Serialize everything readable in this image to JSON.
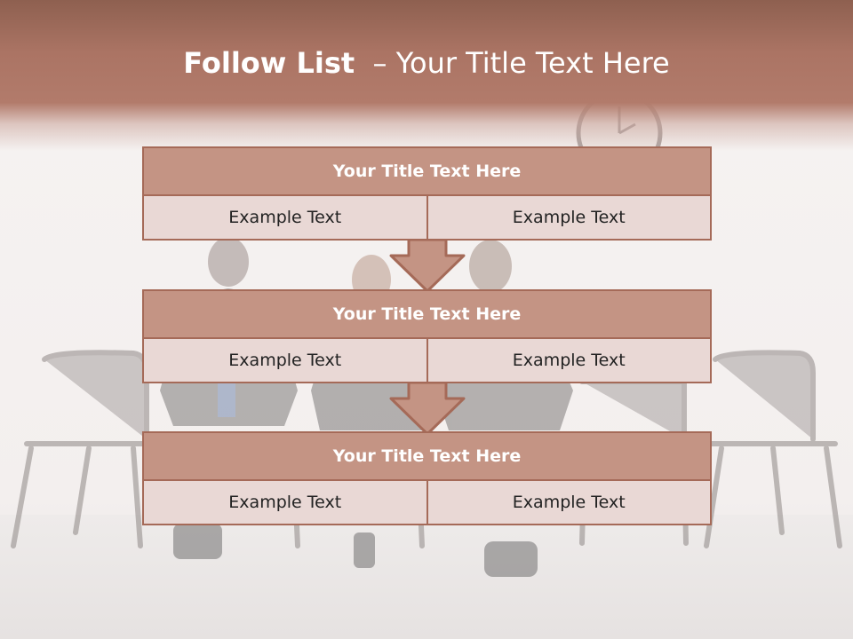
{
  "slide": {
    "title_strong": "Follow List",
    "title_rest": "  – Your Title Text Here"
  },
  "blocks": [
    {
      "title": "Your Title Text Here",
      "left": "Example Text",
      "right": "Example Text"
    },
    {
      "title": "Your Title Text Here",
      "left": "Example Text",
      "right": "Example Text"
    },
    {
      "title": "Your Title Text Here",
      "left": "Example Text",
      "right": "Example Text"
    }
  ],
  "colors": {
    "header": "#b27b6b",
    "box_title": "#c49484",
    "box_cell": "#e9d8d5",
    "border": "#a56a58"
  },
  "icons": [
    "wall-clock-icon",
    "down-arrow-icon"
  ]
}
